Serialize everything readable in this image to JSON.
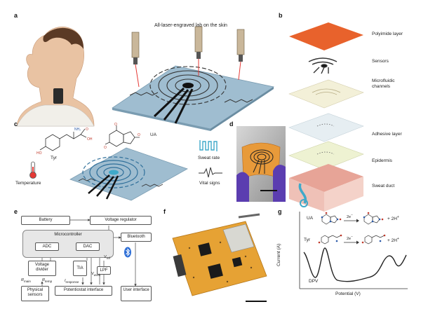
{
  "panels": {
    "a": {
      "letter": "a",
      "title": "All-laser-engraved lab on the skin"
    },
    "b": {
      "letter": "b",
      "layers": [
        "Polyimide layer",
        "Sensors",
        "Microfluidic channels",
        "Adhesive layer",
        "Epidermis",
        "Sweat duct"
      ]
    },
    "c": {
      "letter": "c",
      "labels": {
        "tyr": "Tyr",
        "ua": "UA",
        "temperature": "Temperature",
        "sweat_rate": "Sweat rate",
        "vital_signs": "Vital signs"
      }
    },
    "d": {
      "letter": "d"
    },
    "e": {
      "letter": "e",
      "blocks": {
        "battery": "Battery",
        "voltage_regulator": "Voltage regulator",
        "microcontroller": "Microcontroller",
        "bluetooth": "Bluetooth",
        "adc": "ADC",
        "dac": "DAC",
        "voltage_divider": "Voltage divider",
        "tia": "TIA",
        "lpf": "LPF",
        "physical_sensors": "Physical sensors",
        "potentiostat_interface": "Potentiostat interface",
        "user_interface": "User interface"
      },
      "signals": {
        "r_main": "R",
        "r_main_sub": "main",
        "r_temp": "R",
        "r_temp_sub": "temp",
        "v_work": "V",
        "v_work_sub": "work",
        "v_ref": "V",
        "v_ref_sub": "ref",
        "i_response": "I",
        "i_response_sub": "response"
      }
    },
    "f": {
      "letter": "f"
    },
    "g": {
      "letter": "g",
      "reactions": [
        {
          "species": "UA",
          "electrons": "2e",
          "electrons_sup": "−",
          "product": "+ 2H",
          "product_sup": "+"
        },
        {
          "species": "Tyr",
          "electrons": "2e",
          "electrons_sup": "−",
          "product": "+ 2H",
          "product_sup": "+"
        }
      ],
      "technique": "DPV",
      "ylabel": "Current (A)",
      "xlabel": "Potential (V)"
    }
  },
  "colors": {
    "polyimide": "#e8622c",
    "channel_layer": "#f3f0d8",
    "adhesive": "#eef2d2",
    "clear_layer": "#e6eef2",
    "epidermis": "#efc1b7",
    "device_blue": "#6f9cb6",
    "electrode": "#222222",
    "sweat_blue": "#3fa9c9",
    "pcb": "#e6a234"
  }
}
